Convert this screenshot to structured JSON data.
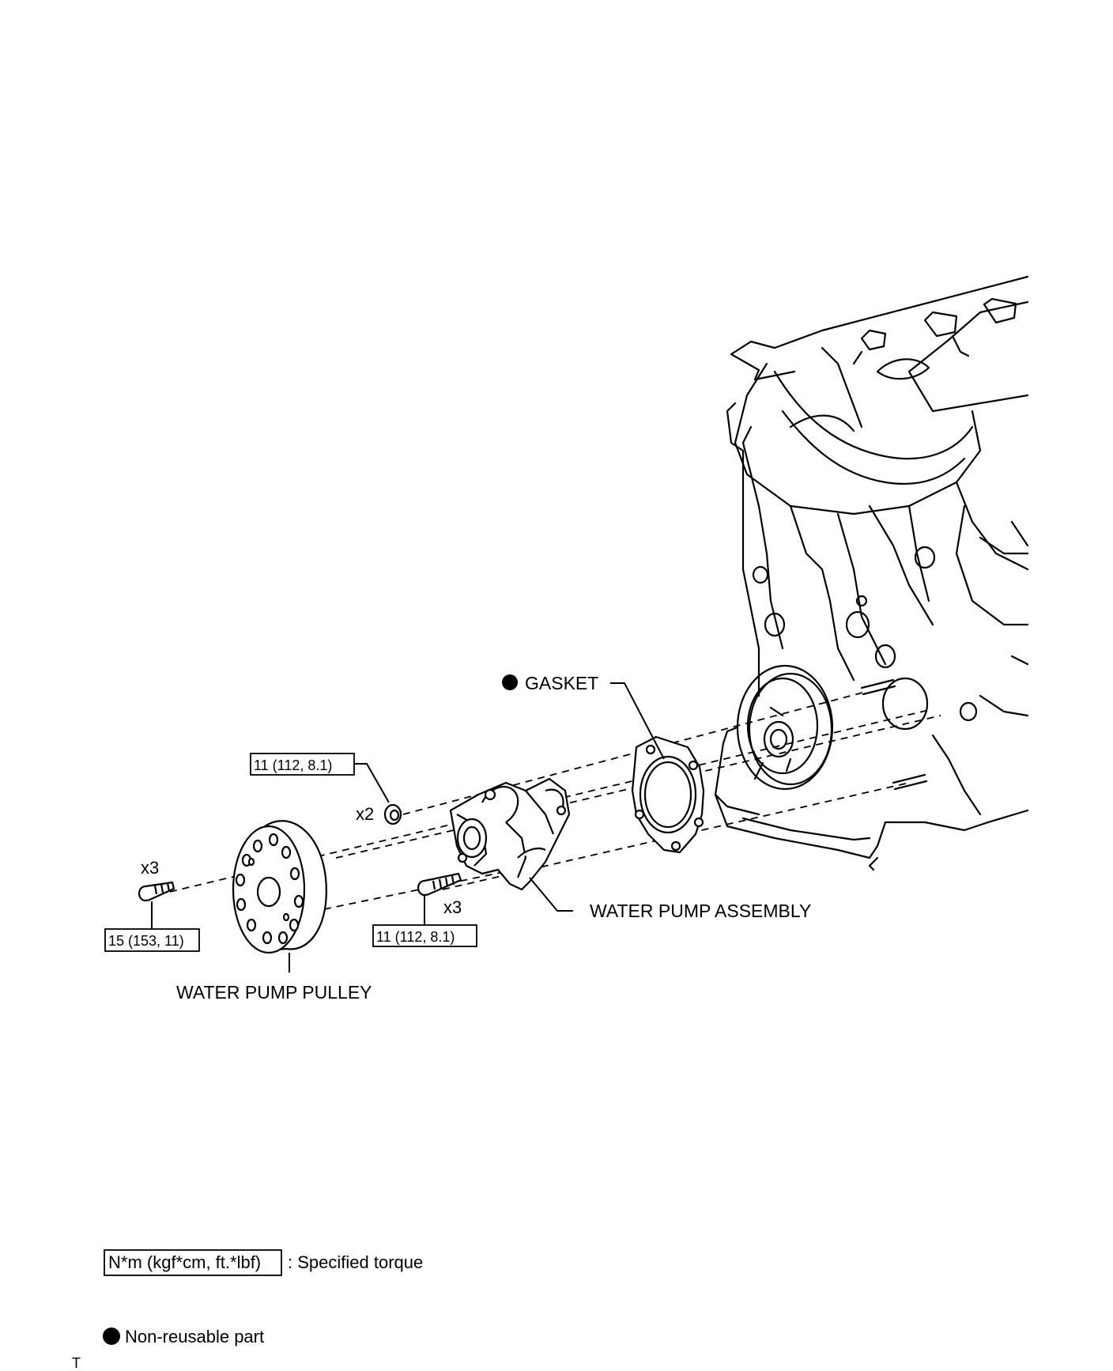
{
  "labels": {
    "gasket": "GASKET",
    "water_pump_assembly": "WATER PUMP ASSEMBLY",
    "water_pump_pulley": "WATER PUMP PULLEY"
  },
  "torques": {
    "pump_nut": "11 (112, 8.1)",
    "pump_bolt": "11 (112, 8.1)",
    "pulley_bolt": "15 (153, 11)"
  },
  "quantities": {
    "pump_nut": "x2",
    "pump_bolt": "x3",
    "pulley_bolt": "x3"
  },
  "legend": {
    "torque_unit": "N*m (kgf*cm, ft.*lbf)",
    "torque_desc": ": Specified torque",
    "nonreusable_desc": "Non-reusable part"
  },
  "footer_mark": "T",
  "icons": {
    "non_reusable": "filled-circle-icon"
  }
}
